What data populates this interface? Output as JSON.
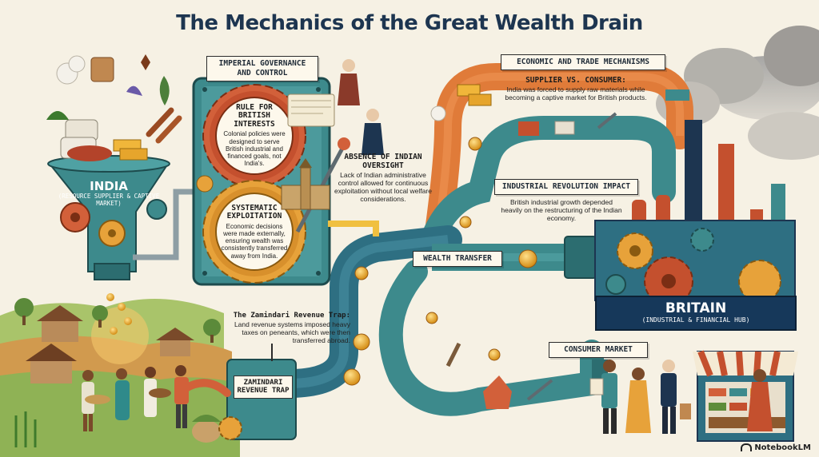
{
  "title": "The Mechanics of the Great Wealth Drain",
  "india": {
    "name": "INDIA",
    "subtitle": "(RESOURCE SUPPLIER & CAPTIVE MARKET)"
  },
  "britain": {
    "name": "BRITAIN",
    "subtitle": "(INDUSTRIAL & FINANCIAL HUB)"
  },
  "governance": {
    "label": "IMPERIAL GOVERNANCE AND CONTROL",
    "rule_title": "RULE FOR BRITISH INTERESTS",
    "rule_text": "Colonial policies were designed to serve British industrial and financed goals, not India's.",
    "exploit_title": "SYSTEMATIC EXPLOITATION",
    "exploit_text": "Economic decisions were made externally, ensuring wealth was consistently transferred away from India.",
    "oversight_title": "ABSENCE OF INDIAN OVERSIGHT",
    "oversight_text": "Lack of Indian administrative control allowed for continuous exploitation without local welfare considerations."
  },
  "trade": {
    "label": "ECONOMIC AND TRADE MECHANISMS",
    "supplier_title": "SUPPLIER VS. CONSUMER:",
    "supplier_text": "India was forced to supply raw materials while becoming a captive market for British products."
  },
  "industrial": {
    "label": "INDUSTRIAL REVOLUTION IMPACT",
    "text": "British industrial growth depended heavily on the restructuring of the Indian economy."
  },
  "wealth_transfer": "WEALTH TRANSFER",
  "zamindari": {
    "title": "The Zamindari Revenue Trap:",
    "text": "Land revenue systems imposed heavy taxes on peneants, which were then transferred abroad.",
    "machine_label": "ZAMINDARI REVENUE TRAP"
  },
  "consumer_market": "CONSUMER MARKET",
  "brand": "NotebookLM",
  "colors": {
    "pipe_teal": "#3d8a8c",
    "pipe_orange": "#e07b39",
    "navy": "#16385a",
    "gold": "#f0a830",
    "background": "#f6f1e4"
  }
}
